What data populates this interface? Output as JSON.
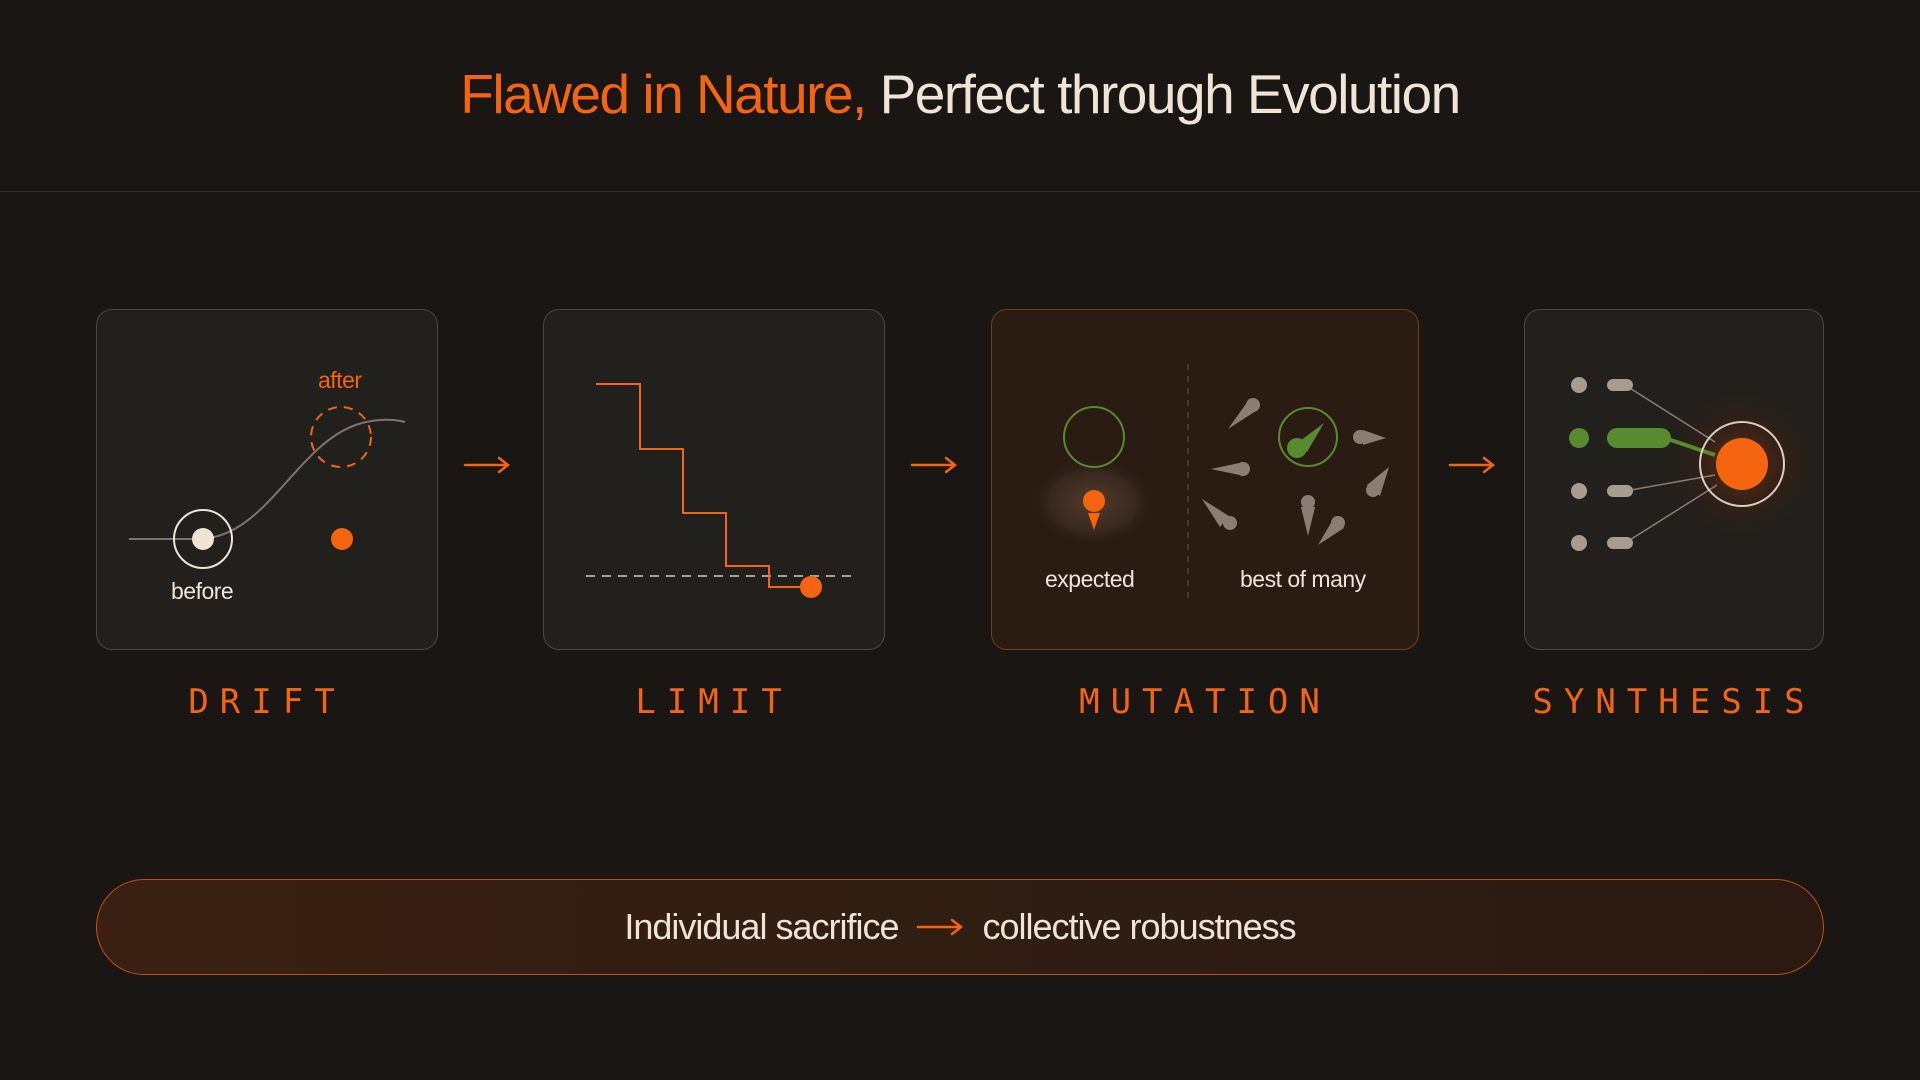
{
  "title": {
    "part1": "Flawed in Nature,",
    "part2": "Perfect through Evolution"
  },
  "steps": [
    {
      "label": "DRIFT",
      "captions": {
        "before": "before",
        "after": "after"
      }
    },
    {
      "label": "LIMIT"
    },
    {
      "label": "MUTATION",
      "captions": {
        "expected": "expected",
        "best": "best of many"
      }
    },
    {
      "label": "SYNTHESIS"
    }
  ],
  "banner": {
    "left": "Individual sacrifice",
    "right": "collective robustness"
  },
  "colors": {
    "accent": "#f5640f",
    "text": "#efe4d6",
    "green": "#5a8a2e",
    "muted": "#8a7e72",
    "background": "#1a1613"
  }
}
